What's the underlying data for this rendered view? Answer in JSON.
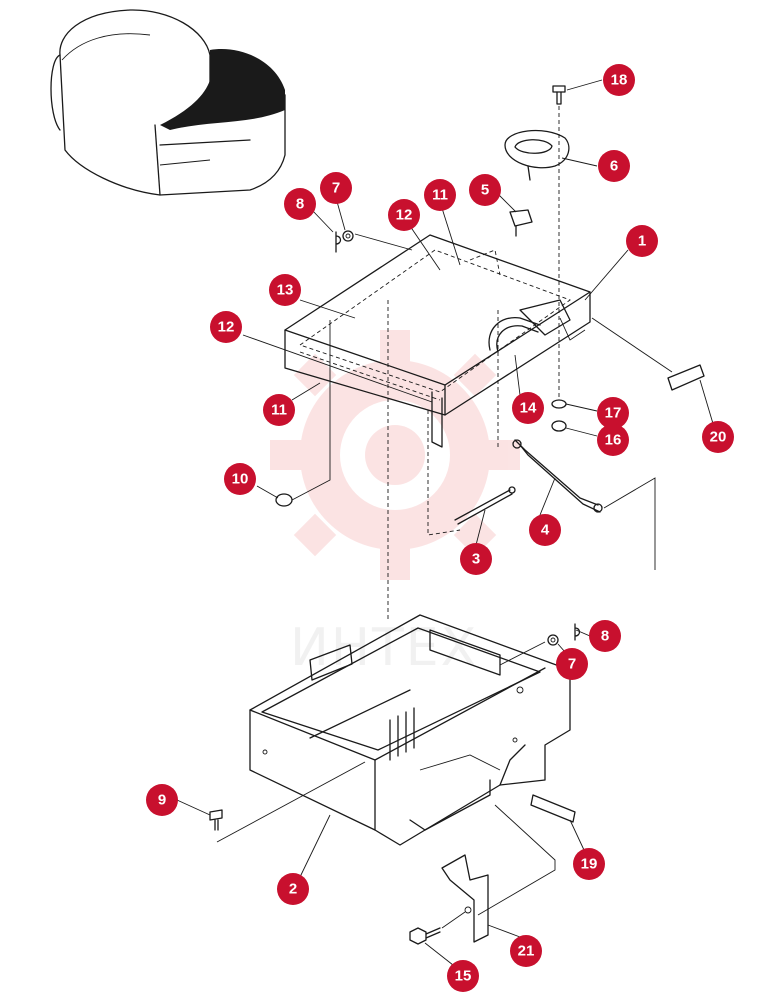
{
  "watermark": {
    "text": "ИНТЕХ",
    "color": "#f4b2b2"
  },
  "badge_color": "#c8102e",
  "callouts": [
    {
      "id": "callout-18",
      "label": "18"
    },
    {
      "id": "callout-6",
      "label": "6"
    },
    {
      "id": "callout-7-top",
      "label": "7"
    },
    {
      "id": "callout-8-top",
      "label": "8"
    },
    {
      "id": "callout-5",
      "label": "5"
    },
    {
      "id": "callout-11-top",
      "label": "11"
    },
    {
      "id": "callout-12-top",
      "label": "12"
    },
    {
      "id": "callout-1",
      "label": "1"
    },
    {
      "id": "callout-13",
      "label": "13"
    },
    {
      "id": "callout-12-left",
      "label": "12"
    },
    {
      "id": "callout-11-left",
      "label": "11"
    },
    {
      "id": "callout-14",
      "label": "14"
    },
    {
      "id": "callout-17",
      "label": "17"
    },
    {
      "id": "callout-16",
      "label": "16"
    },
    {
      "id": "callout-20",
      "label": "20"
    },
    {
      "id": "callout-10",
      "label": "10"
    },
    {
      "id": "callout-4",
      "label": "4"
    },
    {
      "id": "callout-3",
      "label": "3"
    },
    {
      "id": "callout-8-bottom",
      "label": "8"
    },
    {
      "id": "callout-7-bottom",
      "label": "7"
    },
    {
      "id": "callout-9",
      "label": "9"
    },
    {
      "id": "callout-2",
      "label": "2"
    },
    {
      "id": "callout-19",
      "label": "19"
    },
    {
      "id": "callout-21",
      "label": "21"
    },
    {
      "id": "callout-15",
      "label": "15"
    }
  ]
}
